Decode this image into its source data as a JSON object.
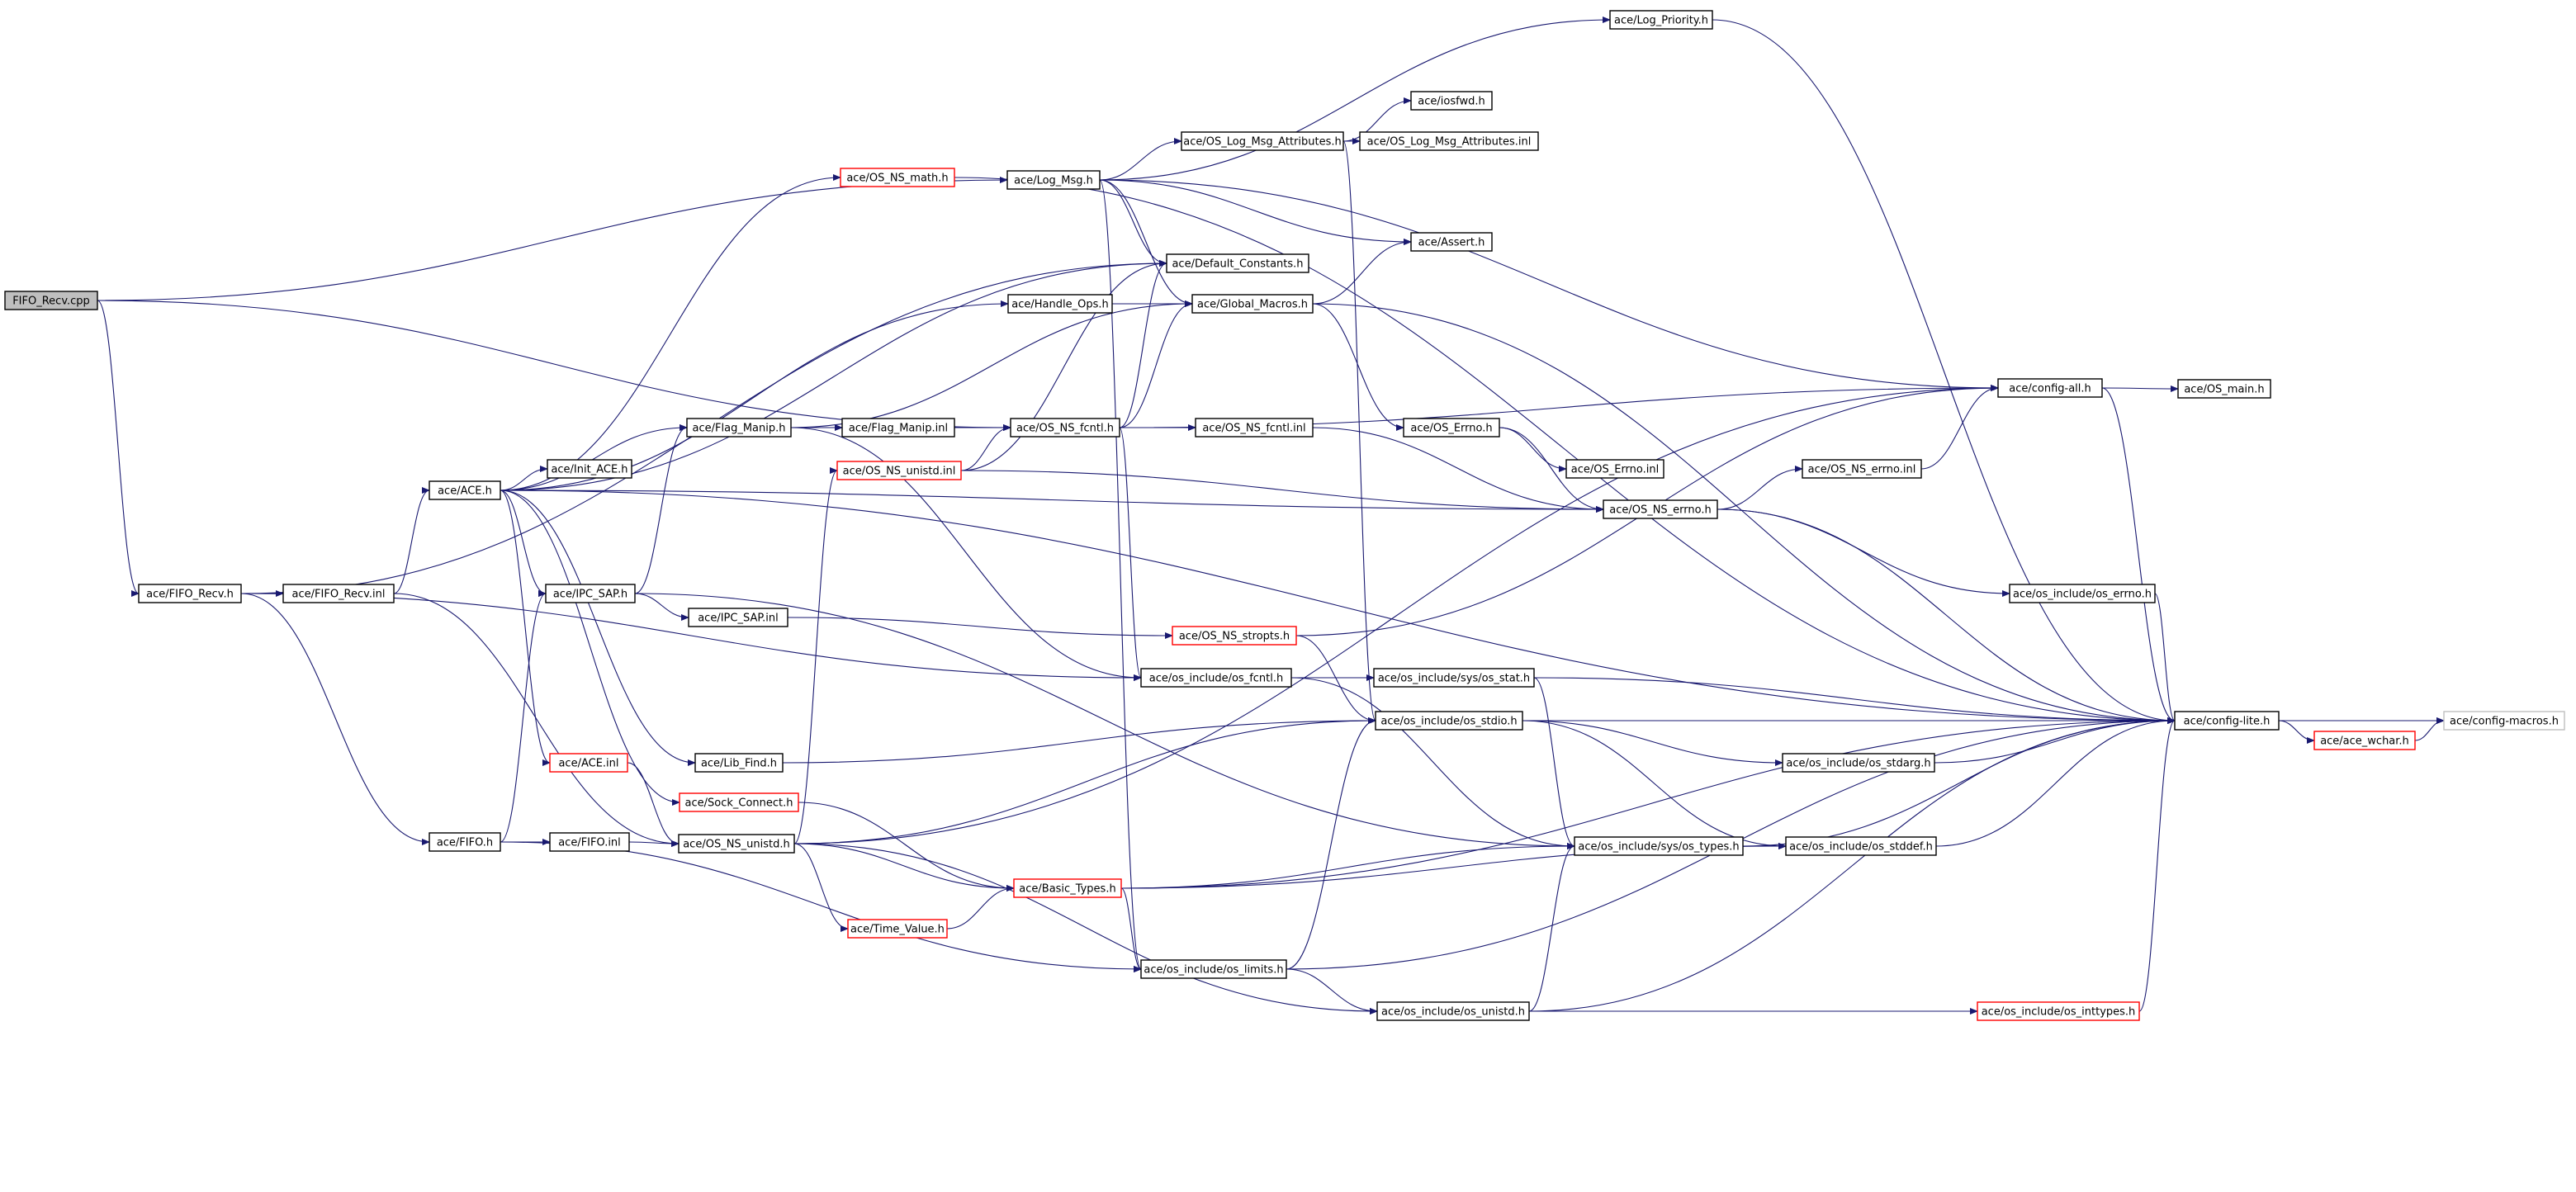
{
  "graph": {
    "colors": {
      "edge": "#191970",
      "node_border": "#000000",
      "node_border_truncated": "#ff0000",
      "node_border_ghost": "#bfbfbf",
      "root_fill": "#bfbfbf",
      "node_fill": "#ffffff"
    },
    "nodes": [
      {
        "id": "fifo_recv_cpp",
        "label": "FIFO_Recv.cpp",
        "style": "root"
      },
      {
        "id": "log_priority_h",
        "label": "ace/Log_Priority.h",
        "style": "normal"
      },
      {
        "id": "iosfwd_h",
        "label": "ace/iosfwd.h",
        "style": "normal"
      },
      {
        "id": "os_log_msg_attributes_h",
        "label": "ace/OS_Log_Msg_Attributes.h",
        "style": "normal"
      },
      {
        "id": "os_log_msg_attributes_inl",
        "label": "ace/OS_Log_Msg_Attributes.inl",
        "style": "normal"
      },
      {
        "id": "os_ns_math_h",
        "label": "ace/OS_NS_math.h",
        "style": "truncated"
      },
      {
        "id": "log_msg_h",
        "label": "ace/Log_Msg.h",
        "style": "normal"
      },
      {
        "id": "assert_h",
        "label": "ace/Assert.h",
        "style": "normal"
      },
      {
        "id": "default_constants_h",
        "label": "ace/Default_Constants.h",
        "style": "normal"
      },
      {
        "id": "handle_ops_h",
        "label": "ace/Handle_Ops.h",
        "style": "normal"
      },
      {
        "id": "global_macros_h",
        "label": "ace/Global_Macros.h",
        "style": "normal"
      },
      {
        "id": "config_all_h",
        "label": "ace/config-all.h",
        "style": "normal"
      },
      {
        "id": "os_main_h",
        "label": "ace/OS_main.h",
        "style": "normal"
      },
      {
        "id": "os_errno_h",
        "label": "ace/OS_Errno.h",
        "style": "normal"
      },
      {
        "id": "flag_manip_h",
        "label": "ace/Flag_Manip.h",
        "style": "normal"
      },
      {
        "id": "flag_manip_inl",
        "label": "ace/Flag_Manip.inl",
        "style": "normal"
      },
      {
        "id": "os_ns_fcntl_h",
        "label": "ace/OS_NS_fcntl.h",
        "style": "normal"
      },
      {
        "id": "os_ns_fcntl_inl",
        "label": "ace/OS_NS_fcntl.inl",
        "style": "normal"
      },
      {
        "id": "os_errno_inl",
        "label": "ace/OS_Errno.inl",
        "style": "normal"
      },
      {
        "id": "os_ns_errno_inl",
        "label": "ace/OS_NS_errno.inl",
        "style": "normal"
      },
      {
        "id": "os_ns_unistd_inl",
        "label": "ace/OS_NS_unistd.inl",
        "style": "truncated"
      },
      {
        "id": "ace_h",
        "label": "ace/ACE.h",
        "style": "normal"
      },
      {
        "id": "init_ace_h",
        "label": "ace/Init_ACE.h",
        "style": "normal"
      },
      {
        "id": "os_ns_errno_h",
        "label": "ace/OS_NS_errno.h",
        "style": "normal"
      },
      {
        "id": "fifo_recv_h",
        "label": "ace/FIFO_Recv.h",
        "style": "normal"
      },
      {
        "id": "fifo_recv_inl",
        "label": "ace/FIFO_Recv.inl",
        "style": "normal"
      },
      {
        "id": "ipc_sap_h",
        "label": "ace/IPC_SAP.h",
        "style": "normal"
      },
      {
        "id": "ipc_sap_inl",
        "label": "ace/IPC_SAP.inl",
        "style": "normal"
      },
      {
        "id": "os_include_os_errno_h",
        "label": "ace/os_include/os_errno.h",
        "style": "normal"
      },
      {
        "id": "os_ns_stropts_h",
        "label": "ace/OS_NS_stropts.h",
        "style": "truncated"
      },
      {
        "id": "os_include_os_fcntl_h",
        "label": "ace/os_include/os_fcntl.h",
        "style": "normal"
      },
      {
        "id": "os_include_sys_os_stat_h",
        "label": "ace/os_include/sys/os_stat.h",
        "style": "normal"
      },
      {
        "id": "os_include_os_stdio_h",
        "label": "ace/os_include/os_stdio.h",
        "style": "normal"
      },
      {
        "id": "config_lite_h",
        "label": "ace/config-lite.h",
        "style": "normal"
      },
      {
        "id": "config_macros_h",
        "label": "ace/config-macros.h",
        "style": "ghost"
      },
      {
        "id": "ace_wchar_h",
        "label": "ace/ace_wchar.h",
        "style": "truncated"
      },
      {
        "id": "ace_inl",
        "label": "ace/ACE.inl",
        "style": "truncated"
      },
      {
        "id": "lib_find_h",
        "label": "ace/Lib_Find.h",
        "style": "normal"
      },
      {
        "id": "os_include_os_stdarg_h",
        "label": "ace/os_include/os_stdarg.h",
        "style": "normal"
      },
      {
        "id": "sock_connect_h",
        "label": "ace/Sock_Connect.h",
        "style": "truncated"
      },
      {
        "id": "fifo_h",
        "label": "ace/FIFO.h",
        "style": "normal"
      },
      {
        "id": "fifo_inl",
        "label": "ace/FIFO.inl",
        "style": "normal"
      },
      {
        "id": "os_ns_unistd_h",
        "label": "ace/OS_NS_unistd.h",
        "style": "normal"
      },
      {
        "id": "os_include_sys_os_types_h",
        "label": "ace/os_include/sys/os_types.h",
        "style": "normal"
      },
      {
        "id": "os_include_os_stddef_h",
        "label": "ace/os_include/os_stddef.h",
        "style": "normal"
      },
      {
        "id": "basic_types_h",
        "label": "ace/Basic_Types.h",
        "style": "truncated"
      },
      {
        "id": "time_value_h",
        "label": "ace/Time_Value.h",
        "style": "truncated"
      },
      {
        "id": "os_include_os_limits_h",
        "label": "ace/os_include/os_limits.h",
        "style": "normal"
      },
      {
        "id": "os_include_os_unistd_h",
        "label": "ace/os_include/os_unistd.h",
        "style": "normal"
      },
      {
        "id": "os_include_os_inttypes_h",
        "label": "ace/os_include/os_inttypes.h",
        "style": "truncated"
      }
    ],
    "edges": [
      [
        "fifo_recv_cpp",
        "log_msg_h"
      ],
      [
        "fifo_recv_cpp",
        "os_ns_fcntl_h"
      ],
      [
        "fifo_recv_cpp",
        "fifo_recv_h"
      ],
      [
        "log_msg_h",
        "log_priority_h"
      ],
      [
        "log_msg_h",
        "os_log_msg_attributes_h"
      ],
      [
        "log_msg_h",
        "assert_h"
      ],
      [
        "log_msg_h",
        "default_constants_h"
      ],
      [
        "log_msg_h",
        "global_macros_h"
      ],
      [
        "log_msg_h",
        "os_include_os_limits_h"
      ],
      [
        "log_msg_h",
        "config_all_h"
      ],
      [
        "log_priority_h",
        "config_lite_h"
      ],
      [
        "os_log_msg_attributes_h",
        "iosfwd_h"
      ],
      [
        "os_log_msg_attributes_h",
        "os_log_msg_attributes_inl"
      ],
      [
        "os_log_msg_attributes_h",
        "os_include_os_stdio_h"
      ],
      [
        "os_ns_math_h",
        "config_lite_h"
      ],
      [
        "global_macros_h",
        "assert_h"
      ],
      [
        "global_macros_h",
        "os_errno_h"
      ],
      [
        "global_macros_h",
        "config_lite_h"
      ],
      [
        "handle_ops_h",
        "global_macros_h"
      ],
      [
        "config_all_h",
        "os_main_h"
      ],
      [
        "config_all_h",
        "config_lite_h"
      ],
      [
        "os_errno_h",
        "os_errno_inl"
      ],
      [
        "os_errno_h",
        "os_ns_errno_h"
      ],
      [
        "os_ns_errno_h",
        "os_ns_errno_inl"
      ],
      [
        "os_ns_errno_h",
        "os_include_os_errno_h"
      ],
      [
        "os_ns_errno_h",
        "config_lite_h"
      ],
      [
        "os_ns_errno_inl",
        "config_all_h"
      ],
      [
        "os_include_os_errno_h",
        "config_lite_h"
      ],
      [
        "flag_manip_h",
        "flag_manip_inl"
      ],
      [
        "flag_manip_h",
        "global_macros_h"
      ],
      [
        "flag_manip_h",
        "os_include_os_fcntl_h"
      ],
      [
        "flag_manip_inl",
        "os_ns_fcntl_h"
      ],
      [
        "os_ns_fcntl_h",
        "os_ns_fcntl_inl"
      ],
      [
        "os_ns_fcntl_h",
        "default_constants_h"
      ],
      [
        "os_ns_fcntl_h",
        "global_macros_h"
      ],
      [
        "os_ns_fcntl_h",
        "config_all_h"
      ],
      [
        "os_ns_fcntl_h",
        "os_include_os_fcntl_h"
      ],
      [
        "os_ns_fcntl_inl",
        "os_ns_errno_h"
      ],
      [
        "os_ns_unistd_inl",
        "os_ns_fcntl_h"
      ],
      [
        "os_ns_unistd_inl",
        "os_ns_errno_h"
      ],
      [
        "os_ns_unistd_inl",
        "default_constants_h"
      ],
      [
        "ace_h",
        "os_ns_math_h"
      ],
      [
        "ace_h",
        "default_constants_h"
      ],
      [
        "ace_h",
        "handle_ops_h"
      ],
      [
        "ace_h",
        "flag_manip_h"
      ],
      [
        "ace_h",
        "init_ace_h"
      ],
      [
        "ace_h",
        "os_ns_errno_h"
      ],
      [
        "ace_h",
        "ipc_sap_h"
      ],
      [
        "ace_h",
        "lib_find_h"
      ],
      [
        "ace_h",
        "ace_inl"
      ],
      [
        "ace_h",
        "sock_connect_h"
      ],
      [
        "ace_h",
        "config_lite_h"
      ],
      [
        "fifo_recv_h",
        "fifo_recv_inl"
      ],
      [
        "fifo_recv_h",
        "fifo_h"
      ],
      [
        "fifo_recv_h",
        "default_constants_h"
      ],
      [
        "fifo_recv_h",
        "os_include_os_fcntl_h"
      ],
      [
        "fifo_recv_inl",
        "ace_h"
      ],
      [
        "fifo_recv_inl",
        "os_ns_unistd_h"
      ],
      [
        "ipc_sap_h",
        "ipc_sap_inl"
      ],
      [
        "ipc_sap_h",
        "flag_manip_h"
      ],
      [
        "ipc_sap_h",
        "os_include_sys_os_types_h"
      ],
      [
        "ipc_sap_inl",
        "os_ns_stropts_h"
      ],
      [
        "os_ns_stropts_h",
        "config_all_h"
      ],
      [
        "os_ns_stropts_h",
        "os_include_os_stdio_h"
      ],
      [
        "os_include_os_fcntl_h",
        "os_include_sys_os_stat_h"
      ],
      [
        "os_include_os_fcntl_h",
        "os_include_sys_os_types_h"
      ],
      [
        "os_include_sys_os_stat_h",
        "os_include_sys_os_types_h"
      ],
      [
        "os_include_sys_os_stat_h",
        "config_lite_h"
      ],
      [
        "os_include_os_stdio_h",
        "config_lite_h"
      ],
      [
        "os_include_os_stdio_h",
        "os_include_os_stdarg_h"
      ],
      [
        "os_include_os_stdio_h",
        "os_include_os_stddef_h"
      ],
      [
        "os_include_os_stdarg_h",
        "config_lite_h"
      ],
      [
        "config_lite_h",
        "config_macros_h"
      ],
      [
        "config_lite_h",
        "ace_wchar_h"
      ],
      [
        "ace_wchar_h",
        "config_macros_h"
      ],
      [
        "lib_find_h",
        "os_include_os_stdio_h"
      ],
      [
        "ace_inl",
        "os_ns_unistd_h"
      ],
      [
        "sock_connect_h",
        "basic_types_h"
      ],
      [
        "fifo_h",
        "fifo_inl"
      ],
      [
        "fifo_h",
        "ipc_sap_h"
      ],
      [
        "fifo_h",
        "os_include_os_limits_h"
      ],
      [
        "fifo_inl",
        "os_ns_unistd_h"
      ],
      [
        "os_ns_unistd_h",
        "os_ns_unistd_inl"
      ],
      [
        "os_ns_unistd_h",
        "os_include_os_stdio_h"
      ],
      [
        "os_ns_unistd_h",
        "basic_types_h"
      ],
      [
        "os_ns_unistd_h",
        "time_value_h"
      ],
      [
        "os_ns_unistd_h",
        "os_include_os_unistd_h"
      ],
      [
        "os_ns_unistd_h",
        "config_all_h"
      ],
      [
        "time_value_h",
        "basic_types_h"
      ],
      [
        "basic_types_h",
        "os_include_sys_os_types_h"
      ],
      [
        "basic_types_h",
        "os_include_os_stddef_h"
      ],
      [
        "basic_types_h",
        "os_include_os_limits_h"
      ],
      [
        "basic_types_h",
        "config_lite_h"
      ],
      [
        "os_include_sys_os_types_h",
        "os_include_os_stddef_h"
      ],
      [
        "os_include_sys_os_types_h",
        "config_lite_h"
      ],
      [
        "os_include_os_stddef_h",
        "config_lite_h"
      ],
      [
        "os_include_os_limits_h",
        "os_include_os_unistd_h"
      ],
      [
        "os_include_os_limits_h",
        "os_include_os_stdio_h"
      ],
      [
        "os_include_os_limits_h",
        "config_lite_h"
      ],
      [
        "os_include_os_unistd_h",
        "os_include_os_inttypes_h"
      ],
      [
        "os_include_os_unistd_h",
        "os_include_sys_os_types_h"
      ],
      [
        "os_include_os_unistd_h",
        "config_lite_h"
      ],
      [
        "os_include_os_inttypes_h",
        "config_lite_h"
      ]
    ]
  }
}
